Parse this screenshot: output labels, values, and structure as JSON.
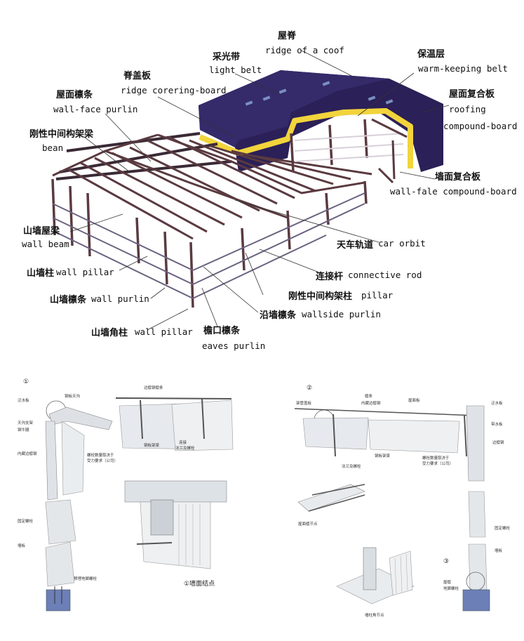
{
  "main_diagram": {
    "labels": {
      "ridge_cn": "屋脊",
      "ridge_en": "ridge of a coof",
      "light_belt_cn": "采光带",
      "light_belt_en": "light belt",
      "warm_cn": "保温层",
      "warm_en": "warm-keeping belt",
      "ridge_cover_cn": "脊盖板",
      "ridge_cover_en": "ridge corering-board",
      "roof_board_cn": "屋面复合板",
      "roof_board_en1": "roofing",
      "roof_board_en2": "compound-board",
      "wall_face_purlin_cn": "屋面檩条",
      "wall_face_purlin_en": "wall-face purlin",
      "beam_cn": "刚性中间构架梁",
      "beam_en": "bean",
      "wall_board_cn": "墙面复合板",
      "wall_board_en": "wall-fale compound-board",
      "wall_beam_cn": "山墙屋梁",
      "wall_beam_en": "wall beam",
      "car_orbit_cn": "天车轨道",
      "car_orbit_en": "car orbit",
      "wall_pillar_cn": "山墙柱",
      "wall_pillar_en": "wall pillar",
      "connective_cn": "连接杆",
      "connective_en": "connective rod",
      "wall_purlin_cn": "山墙檩条",
      "wall_purlin_en": "wall purlin",
      "mid_pillar_cn": "刚性中间构架柱",
      "mid_pillar_en": "pillar",
      "wallside_cn": "沿墙檩条",
      "wallside_en": "wallside purlin",
      "corner_pillar_cn": "山墙角柱",
      "corner_pillar_en": "wall pillar",
      "eaves_cn": "檐口檩条",
      "eaves_en": "eaves purlin"
    }
  },
  "detail_left": {
    "marker": "①",
    "caption": "①墙面结点",
    "notes": {
      "a": "泛水板",
      "b": "天沟支架",
      "c": "钢牛腿",
      "d": "内藏边檩钢",
      "e": "钢板天沟",
      "f": "边檩钢檩条",
      "g": "螺栓数量取决于",
      "g2": "受力要求（公司）",
      "h": "钢板架梁",
      "i": "连接",
      "j": "法兰及螺栓",
      "k": "固定螺栓",
      "l": "墙板",
      "m": "预埋地脚螺栓"
    }
  },
  "detail_right": {
    "marker2": "②",
    "marker3": "③",
    "notes": {
      "a": "檩条",
      "b": "内藏边檩钢",
      "c": "屋面板",
      "d": "泛水板",
      "e": "架管盖板",
      "f": "法兰及螺栓",
      "g": "钢板架梁",
      "h": "螺栓数量取决于",
      "h2": "受力要求（公司）",
      "i": "带水板",
      "j": "边檩钢",
      "k": "屋面檩节点",
      "l": "墙柱角节点",
      "m": "固定螺栓",
      "n": "墙板",
      "o": "屋檩",
      "p": "地脚螺栓"
    }
  }
}
